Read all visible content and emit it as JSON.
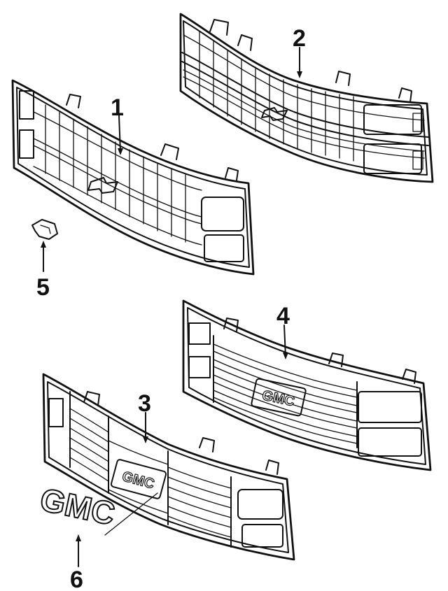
{
  "diagram": {
    "parts": [
      {
        "id": "1",
        "label": "1",
        "name": "grille-upper-left"
      },
      {
        "id": "2",
        "label": "2",
        "name": "grille-upper-right"
      },
      {
        "id": "3",
        "label": "3",
        "name": "grille-lower-left"
      },
      {
        "id": "4",
        "label": "4",
        "name": "grille-lower-right"
      },
      {
        "id": "5",
        "label": "5",
        "name": "clip"
      },
      {
        "id": "6",
        "label": "6",
        "name": "emblem"
      }
    ],
    "emblem_text": "GMC",
    "grille_badge_text_3": "GMC",
    "grille_badge_text_4": "GMC"
  },
  "colors": {
    "ink": "#111111",
    "paper": "#ffffff"
  }
}
